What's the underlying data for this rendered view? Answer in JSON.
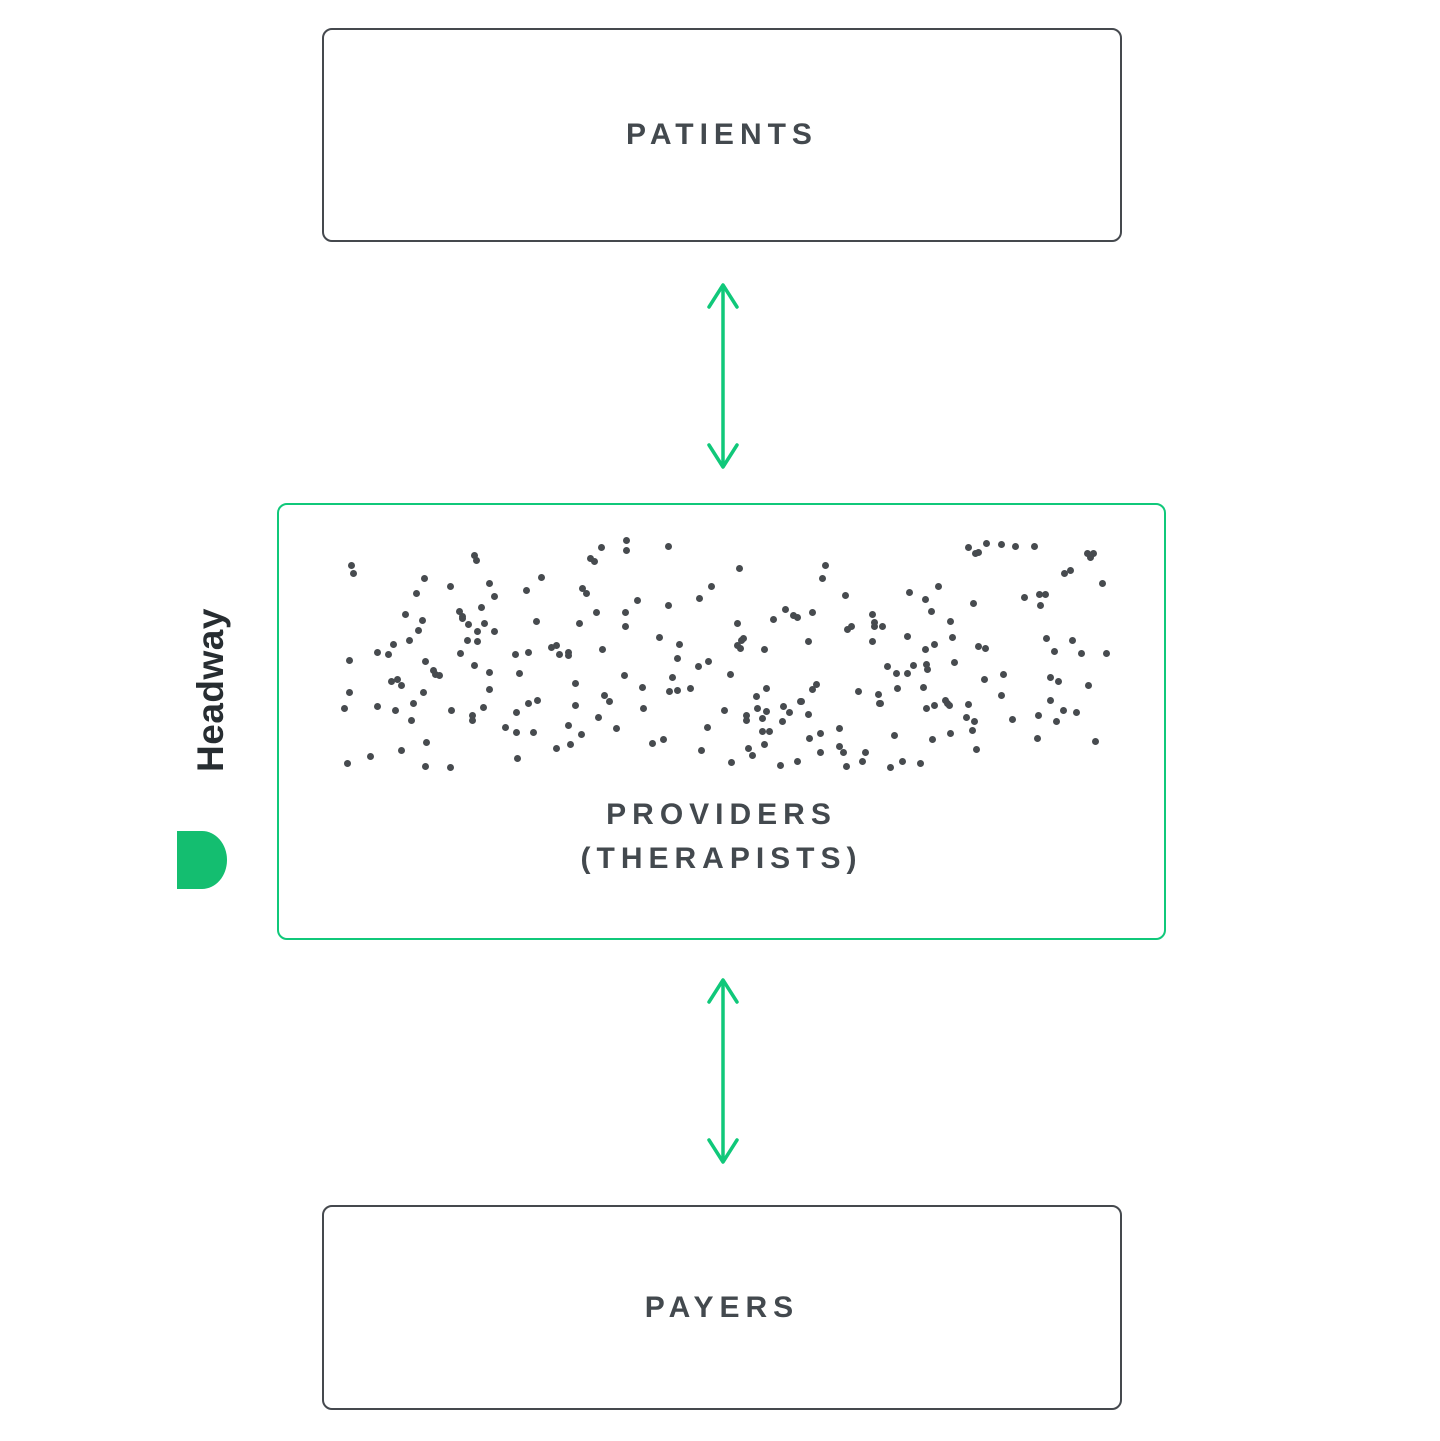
{
  "diagram": {
    "brand": {
      "name": "Headway"
    },
    "nodes": {
      "patients": {
        "label": "PATIENTS"
      },
      "providers": {
        "label_line1": "PROVIDERS",
        "label_line2": "(THERAPISTS)"
      },
      "payers": {
        "label": "PAYERS"
      }
    },
    "arrows": [
      {
        "between": "patients-providers",
        "direction": "bidirectional"
      },
      {
        "between": "providers-payers",
        "direction": "bidirectional"
      }
    ],
    "dots": {
      "count": 250,
      "seed": 7,
      "color": "#474b4f",
      "meaning": "many individual therapist providers"
    },
    "colors": {
      "accent_green": "#10c87a",
      "logo_green": "#14be70",
      "box_border": "#45494e",
      "text": "#43494e"
    }
  }
}
